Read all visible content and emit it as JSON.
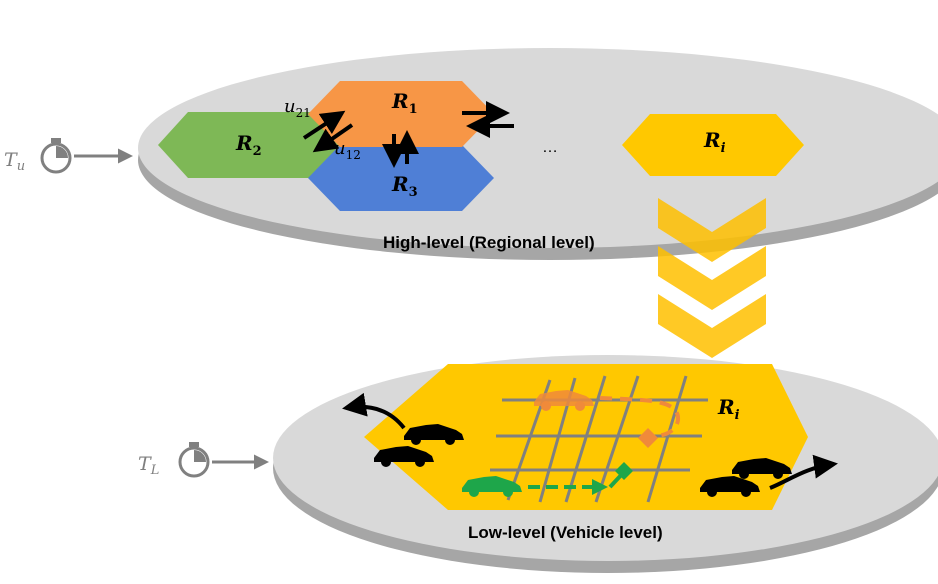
{
  "colors": {
    "orange": "#F79646",
    "green": "#7EB856",
    "blue": "#4F7FD6",
    "yellow": "#FFC800",
    "platform_top": "#D9D9D9",
    "platform_side": "#A6A6A6",
    "gray_text": "#7F7F7F",
    "road": "#808080",
    "orange_car": "#F08A3A",
    "green_car": "#1EA64A"
  },
  "upper": {
    "timer_label": "T",
    "timer_sub": "u",
    "regions": {
      "r1": {
        "main": "R",
        "sub": "1"
      },
      "r2": {
        "main": "R",
        "sub": "2"
      },
      "r3": {
        "main": "R",
        "sub": "3"
      },
      "ri": {
        "main": "R",
        "sub": "i"
      }
    },
    "flows": {
      "u21": {
        "main": "u",
        "sub": "21"
      },
      "u12": {
        "main": "u",
        "sub": "12"
      }
    },
    "ellipsis": "…",
    "caption": "High-level (Regional level)"
  },
  "lower": {
    "timer_label": "T",
    "timer_sub": "L",
    "region": {
      "main": "R",
      "sub": "i"
    },
    "caption": "Low-level (Vehicle level)"
  }
}
